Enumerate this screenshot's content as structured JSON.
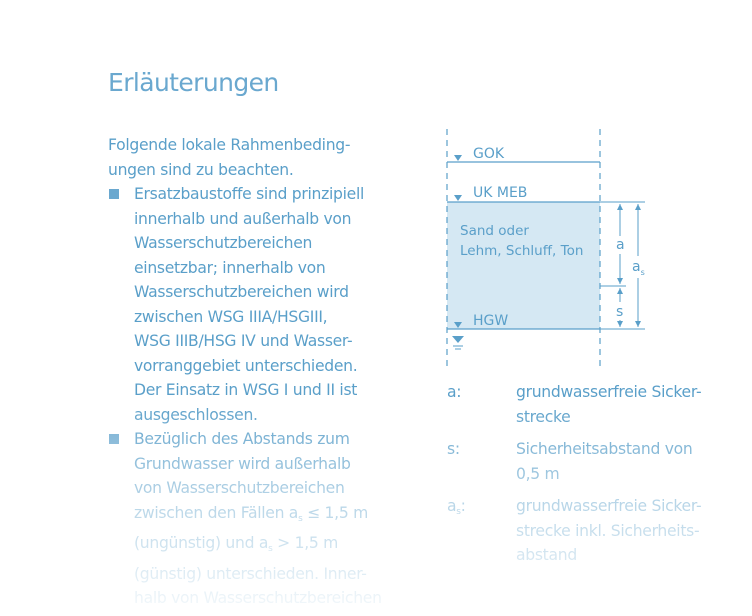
{
  "title": "Erläuterungen",
  "intro_lines": [
    "Folgende lokale Rahmenbeding-",
    "ungen sind zu beachten."
  ],
  "bullets": [
    {
      "lines": [
        "Ersatzbaustoffe sind prinzipiell",
        "innerhalb und außerhalb von",
        "Wasserschutzbereichen",
        "einsetzbar; innerhalb von",
        "Wasserschutzbereichen wird",
        "zwischen WSG IIIA/HSGIII,",
        "WSG IIIB/HSG IV und Wasser-",
        "vorranggebiet unterschieden.",
        "Der Einsatz in WSG I und II ist",
        "ausgeschlossen."
      ]
    },
    {
      "lines": [
        "Bezüglich des Abstands zum",
        "Grundwasser wird außerhalb",
        "von Wasserschutzbereichen"
      ],
      "line4_prefix": "zwischen den Fällen a",
      "line4_sub": "s",
      "line4_suffix": " ≤ 1,5 m",
      "line5_prefix": "(ungünstig) und a",
      "line5_sub": "s",
      "line5_suffix": " > 1,5 m",
      "line6": "(günstig) unterschieden. Inner-",
      "line7": "halb von Wasserschutzbereichen"
    }
  ],
  "diagram": {
    "gok_label": "GOK",
    "uk_meb_label": "UK MEB",
    "material_line1": "Sand oder",
    "material_line2": "Lehm, Schluff, Ton",
    "hgw_label": "HGW",
    "dim_a": "a",
    "dim_as": "a",
    "dim_as_sub": "s",
    "dim_s": "s",
    "colors": {
      "line": "#5a9fc9",
      "fill": "#d5e8f3"
    }
  },
  "legend": [
    {
      "key": "a:",
      "desc_lines": [
        "grundwasserfreie Sicker-",
        "strecke"
      ]
    },
    {
      "key": "s:",
      "desc_lines": [
        "Sicherheitsabstand von",
        "0,5 m"
      ]
    },
    {
      "key": "a",
      "key_sub": "s",
      "key_suffix": ":",
      "desc_lines": [
        "grundwasserfreie Sicker-",
        "strecke inkl. Sicherheits-",
        "abstand"
      ]
    }
  ]
}
